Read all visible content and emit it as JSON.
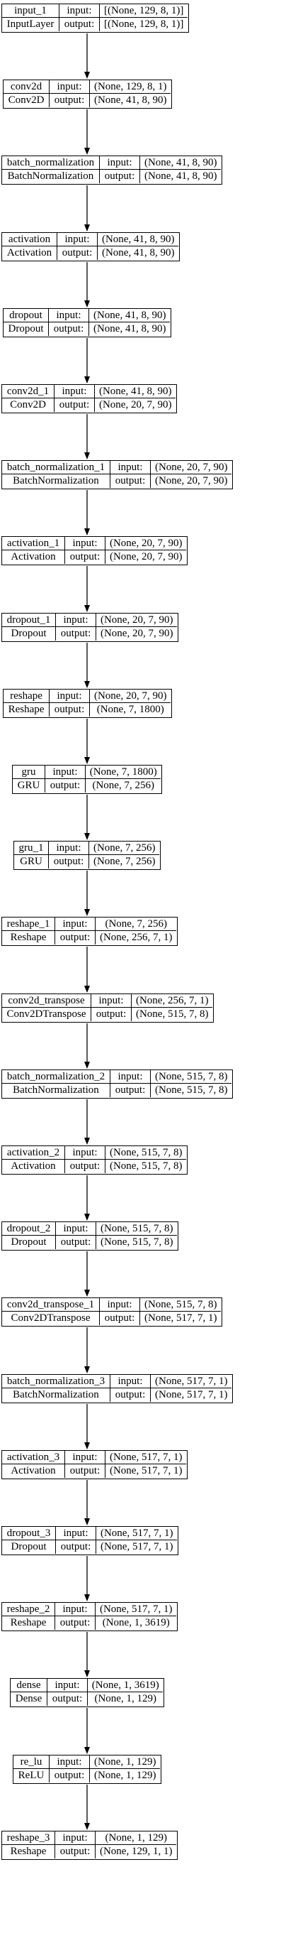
{
  "labels": {
    "input": "input:",
    "output": "output:"
  },
  "layers": [
    {
      "name": "input_1",
      "kind": "InputLayer",
      "input": "[(None, 129, 8, 1)]",
      "output": "[(None, 129, 8, 1)]"
    },
    {
      "name": "conv2d",
      "kind": "Conv2D",
      "input": "(None, 129, 8, 1)",
      "output": "(None, 41, 8, 90)"
    },
    {
      "name": "batch_normalization",
      "kind": "BatchNormalization",
      "input": "(None, 41, 8, 90)",
      "output": "(None, 41, 8, 90)"
    },
    {
      "name": "activation",
      "kind": "Activation",
      "input": "(None, 41, 8, 90)",
      "output": "(None, 41, 8, 90)"
    },
    {
      "name": "dropout",
      "kind": "Dropout",
      "input": "(None, 41, 8, 90)",
      "output": "(None, 41, 8, 90)"
    },
    {
      "name": "conv2d_1",
      "kind": "Conv2D",
      "input": "(None, 41, 8, 90)",
      "output": "(None, 20, 7, 90)"
    },
    {
      "name": "batch_normalization_1",
      "kind": "BatchNormalization",
      "input": "(None, 20, 7, 90)",
      "output": "(None, 20, 7, 90)"
    },
    {
      "name": "activation_1",
      "kind": "Activation",
      "input": "(None, 20, 7, 90)",
      "output": "(None, 20, 7, 90)"
    },
    {
      "name": "dropout_1",
      "kind": "Dropout",
      "input": "(None, 20, 7, 90)",
      "output": "(None, 20, 7, 90)"
    },
    {
      "name": "reshape",
      "kind": "Reshape",
      "input": "(None, 20, 7, 90)",
      "output": "(None, 7, 1800)"
    },
    {
      "name": "gru",
      "kind": "GRU",
      "input": "(None, 7, 1800)",
      "output": "(None, 7, 256)"
    },
    {
      "name": "gru_1",
      "kind": "GRU",
      "input": "(None, 7, 256)",
      "output": "(None, 7, 256)"
    },
    {
      "name": "reshape_1",
      "kind": "Reshape",
      "input": "(None, 7, 256)",
      "output": "(None, 256, 7, 1)"
    },
    {
      "name": "conv2d_transpose",
      "kind": "Conv2DTranspose",
      "input": "(None, 256, 7, 1)",
      "output": "(None, 515, 7, 8)"
    },
    {
      "name": "batch_normalization_2",
      "kind": "BatchNormalization",
      "input": "(None, 515, 7, 8)",
      "output": "(None, 515, 7, 8)"
    },
    {
      "name": "activation_2",
      "kind": "Activation",
      "input": "(None, 515, 7, 8)",
      "output": "(None, 515, 7, 8)"
    },
    {
      "name": "dropout_2",
      "kind": "Dropout",
      "input": "(None, 515, 7, 8)",
      "output": "(None, 515, 7, 8)"
    },
    {
      "name": "conv2d_transpose_1",
      "kind": "Conv2DTranspose",
      "input": "(None, 515, 7, 8)",
      "output": "(None, 517, 7, 1)"
    },
    {
      "name": "batch_normalization_3",
      "kind": "BatchNormalization",
      "input": "(None, 517, 7, 1)",
      "output": "(None, 517, 7, 1)"
    },
    {
      "name": "activation_3",
      "kind": "Activation",
      "input": "(None, 517, 7, 1)",
      "output": "(None, 517, 7, 1)"
    },
    {
      "name": "dropout_3",
      "kind": "Dropout",
      "input": "(None, 517, 7, 1)",
      "output": "(None, 517, 7, 1)"
    },
    {
      "name": "reshape_2",
      "kind": "Reshape",
      "input": "(None, 517, 7, 1)",
      "output": "(None, 1, 3619)"
    },
    {
      "name": "dense",
      "kind": "Dense",
      "input": "(None, 1, 3619)",
      "output": "(None, 1, 129)"
    },
    {
      "name": "re_lu",
      "kind": "ReLU",
      "input": "(None, 1, 129)",
      "output": "(None, 1, 129)"
    },
    {
      "name": "reshape_3",
      "kind": "Reshape",
      "input": "(None, 1, 129)",
      "output": "(None, 129, 1, 1)"
    }
  ]
}
